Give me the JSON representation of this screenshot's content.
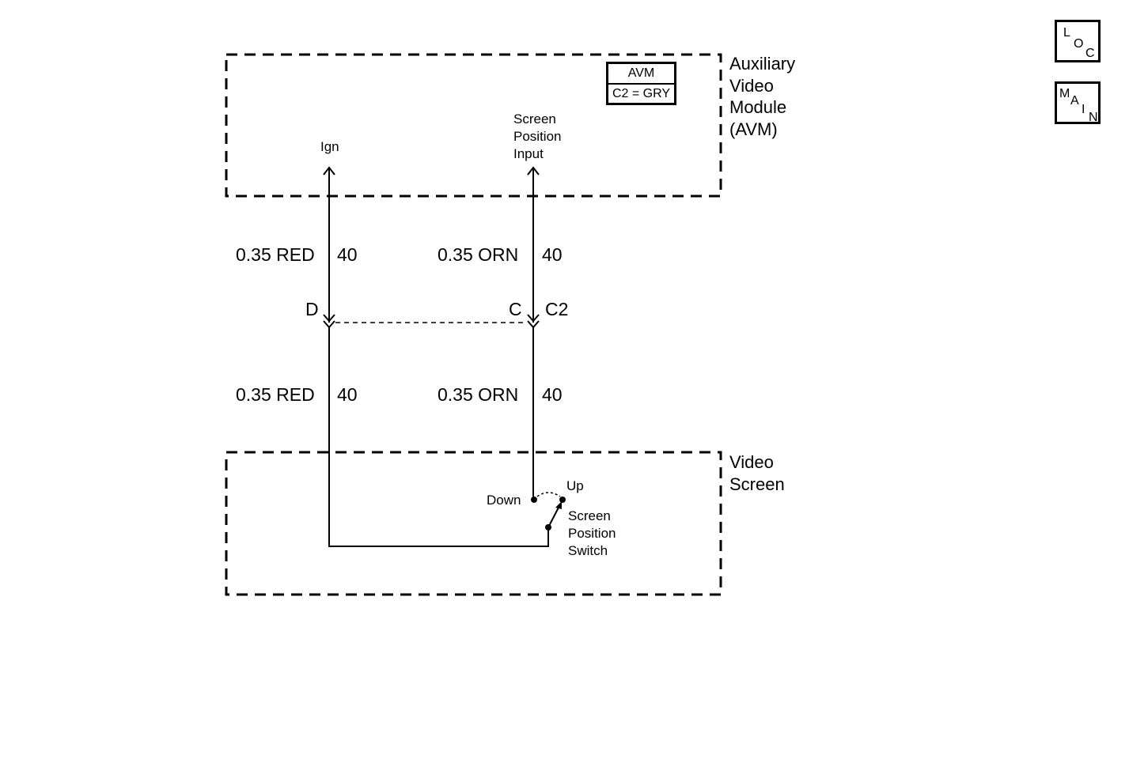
{
  "modules": {
    "avm": {
      "name_lines": [
        "Auxiliary",
        "Video",
        "Module",
        "(AVM)"
      ]
    },
    "video_screen": {
      "name_lines": [
        "Video",
        "Screen"
      ]
    }
  },
  "connector_table": {
    "header": "AVM",
    "value": "C2 = GRY"
  },
  "pins": {
    "ign": "Ign",
    "screen_position_input": [
      "Screen",
      "Position",
      "Input"
    ]
  },
  "wires": {
    "red_upper": {
      "label": "0.35 RED",
      "circuit": "40"
    },
    "orn_upper": {
      "label": "0.35 ORN",
      "circuit": "40"
    },
    "red_lower": {
      "label": "0.35 RED",
      "circuit": "40"
    },
    "orn_lower": {
      "label": "0.35 ORN",
      "circuit": "40"
    }
  },
  "connector": {
    "pin_d": "D",
    "pin_c": "C",
    "name": "C2"
  },
  "switch": {
    "down": "Down",
    "up": "Up",
    "name_lines": [
      "Screen",
      "Position",
      "Switch"
    ]
  },
  "nav": {
    "loc": [
      "L",
      "O",
      "C"
    ],
    "main": [
      "M",
      "A",
      "I",
      "N"
    ]
  }
}
